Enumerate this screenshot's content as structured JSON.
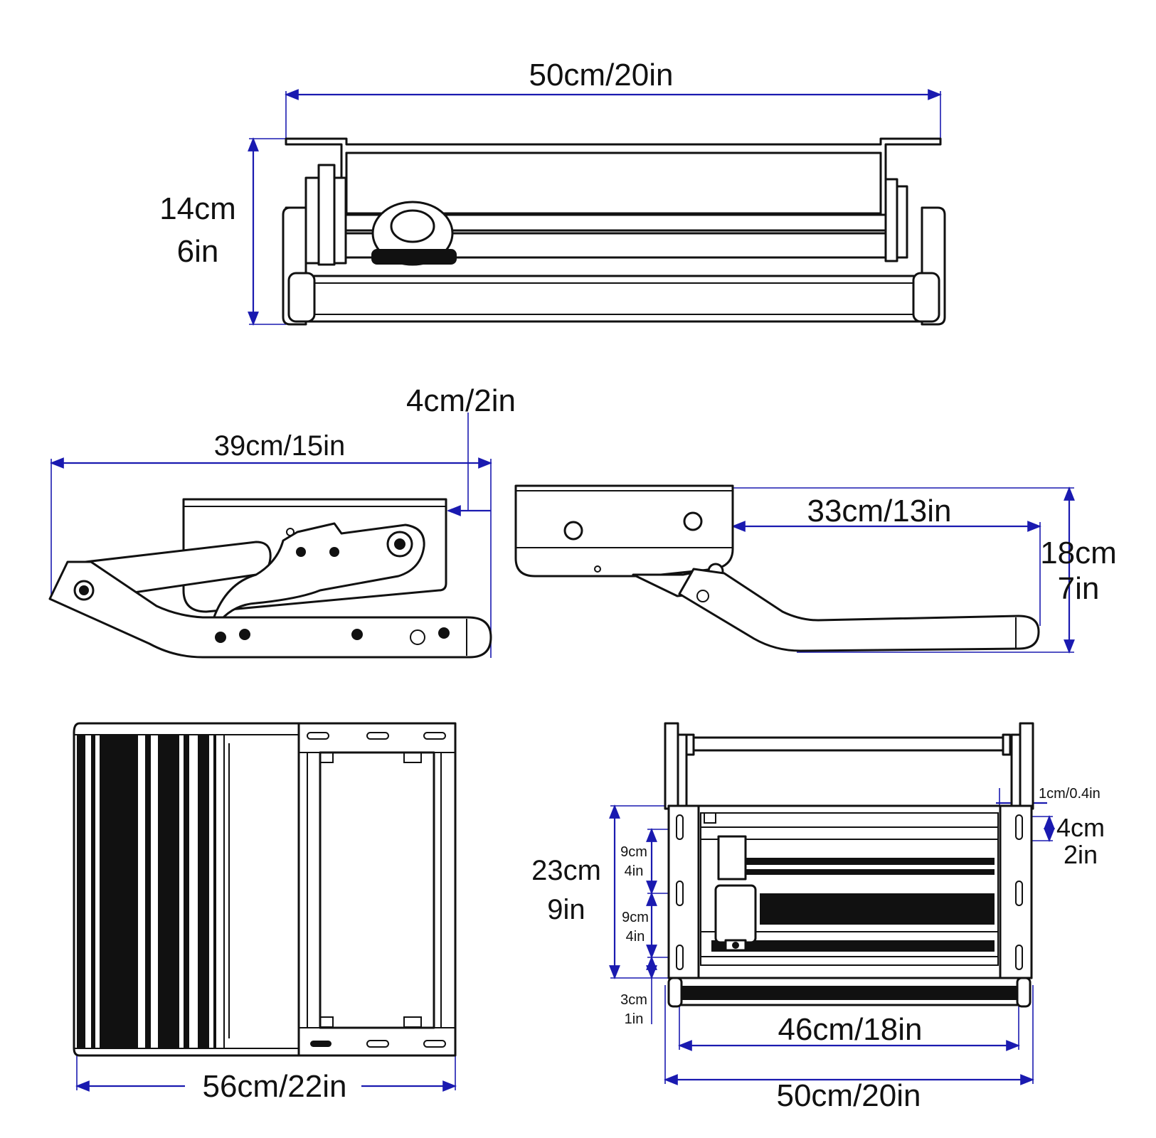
{
  "colors": {
    "dimension_line": "#1a1ab0",
    "outline": "#111111",
    "background": "#ffffff"
  },
  "top_view": {
    "width_label": "50cm/20in",
    "height_label_cm": "14cm",
    "height_label_in": "6in"
  },
  "side_left": {
    "length_label": "39cm/15in",
    "offset_label": "4cm/2in"
  },
  "side_right": {
    "extension_label": "33cm/13in",
    "height_label_cm": "18cm",
    "height_label_in": "7in"
  },
  "bottom_left": {
    "length_label": "56cm/22in"
  },
  "bottom_right": {
    "overall_width_label": "50cm/20in",
    "step_width_label": "46cm/18in",
    "mount_height_cm": "23cm",
    "mount_height_in": "9in",
    "hole_spacing_1_cm": "9cm",
    "hole_spacing_1_in": "4in",
    "hole_spacing_2_cm": "9cm",
    "hole_spacing_2_in": "4in",
    "edge_offset_cm": "3cm",
    "edge_offset_in": "1in",
    "slot_offset_label": "1cm/0.4in",
    "slot_length_cm": "4cm",
    "slot_length_in": "2in"
  }
}
